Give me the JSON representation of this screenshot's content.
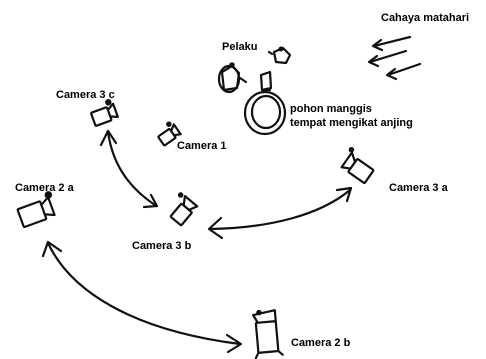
{
  "labels": {
    "sun": "Cahaya matahari",
    "actor": "Pelaku",
    "tree_line1": "pohon manggis",
    "tree_line2": "tempat mengikat anjing",
    "camera_1": "Camera 1",
    "camera_2a": "Camera 2 a",
    "camera_2b": "Camera 2 b",
    "camera_3a": "Camera 3 a",
    "camera_3b": "Camera 3 b",
    "camera_3c": "Camera 3 c"
  },
  "colors": {
    "ink": "#111111",
    "background": "#ffffff"
  },
  "icons": [
    "sunlight-arrows-icon",
    "actor-figure-icon",
    "tree-icon",
    "camera-icon",
    "double-arrow-icon"
  ]
}
